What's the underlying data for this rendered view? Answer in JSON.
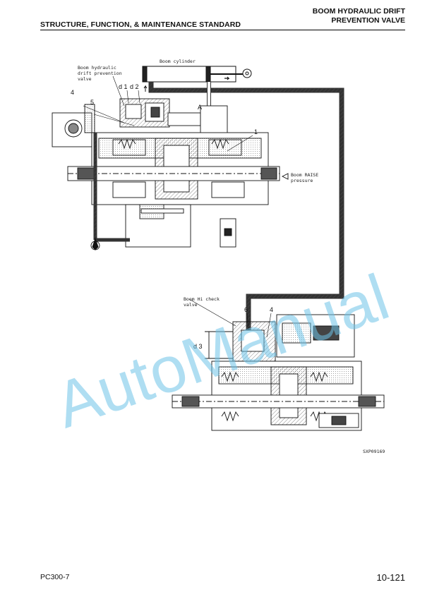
{
  "header": {
    "section": "STRUCTURE, FUNCTION, & MAINTENANCE STANDARD",
    "title_line1": "BOOM HYDRAULIC DRIFT",
    "title_line2": "PREVENTION VALVE"
  },
  "labels": {
    "boom_cylinder": "Boom cylinder",
    "drift_valve_1": "Boom hydraulic",
    "drift_valve_2": "drift prevention",
    "drift_valve_3": "valve",
    "raise_1": "Boom RAISE",
    "raise_2": "pressure",
    "check_1": "Boom Hi check",
    "check_2": "valve",
    "d1": "d 1",
    "d2": "d 2",
    "d3": "d 3",
    "A": "A",
    "n1": "1",
    "n4": "4",
    "n5": "5",
    "n6": "6",
    "n4b": "4",
    "figure_id": "SXP09169"
  },
  "watermark": "AutoManual",
  "footer": {
    "model": "PC300-7",
    "page": "10-121"
  }
}
